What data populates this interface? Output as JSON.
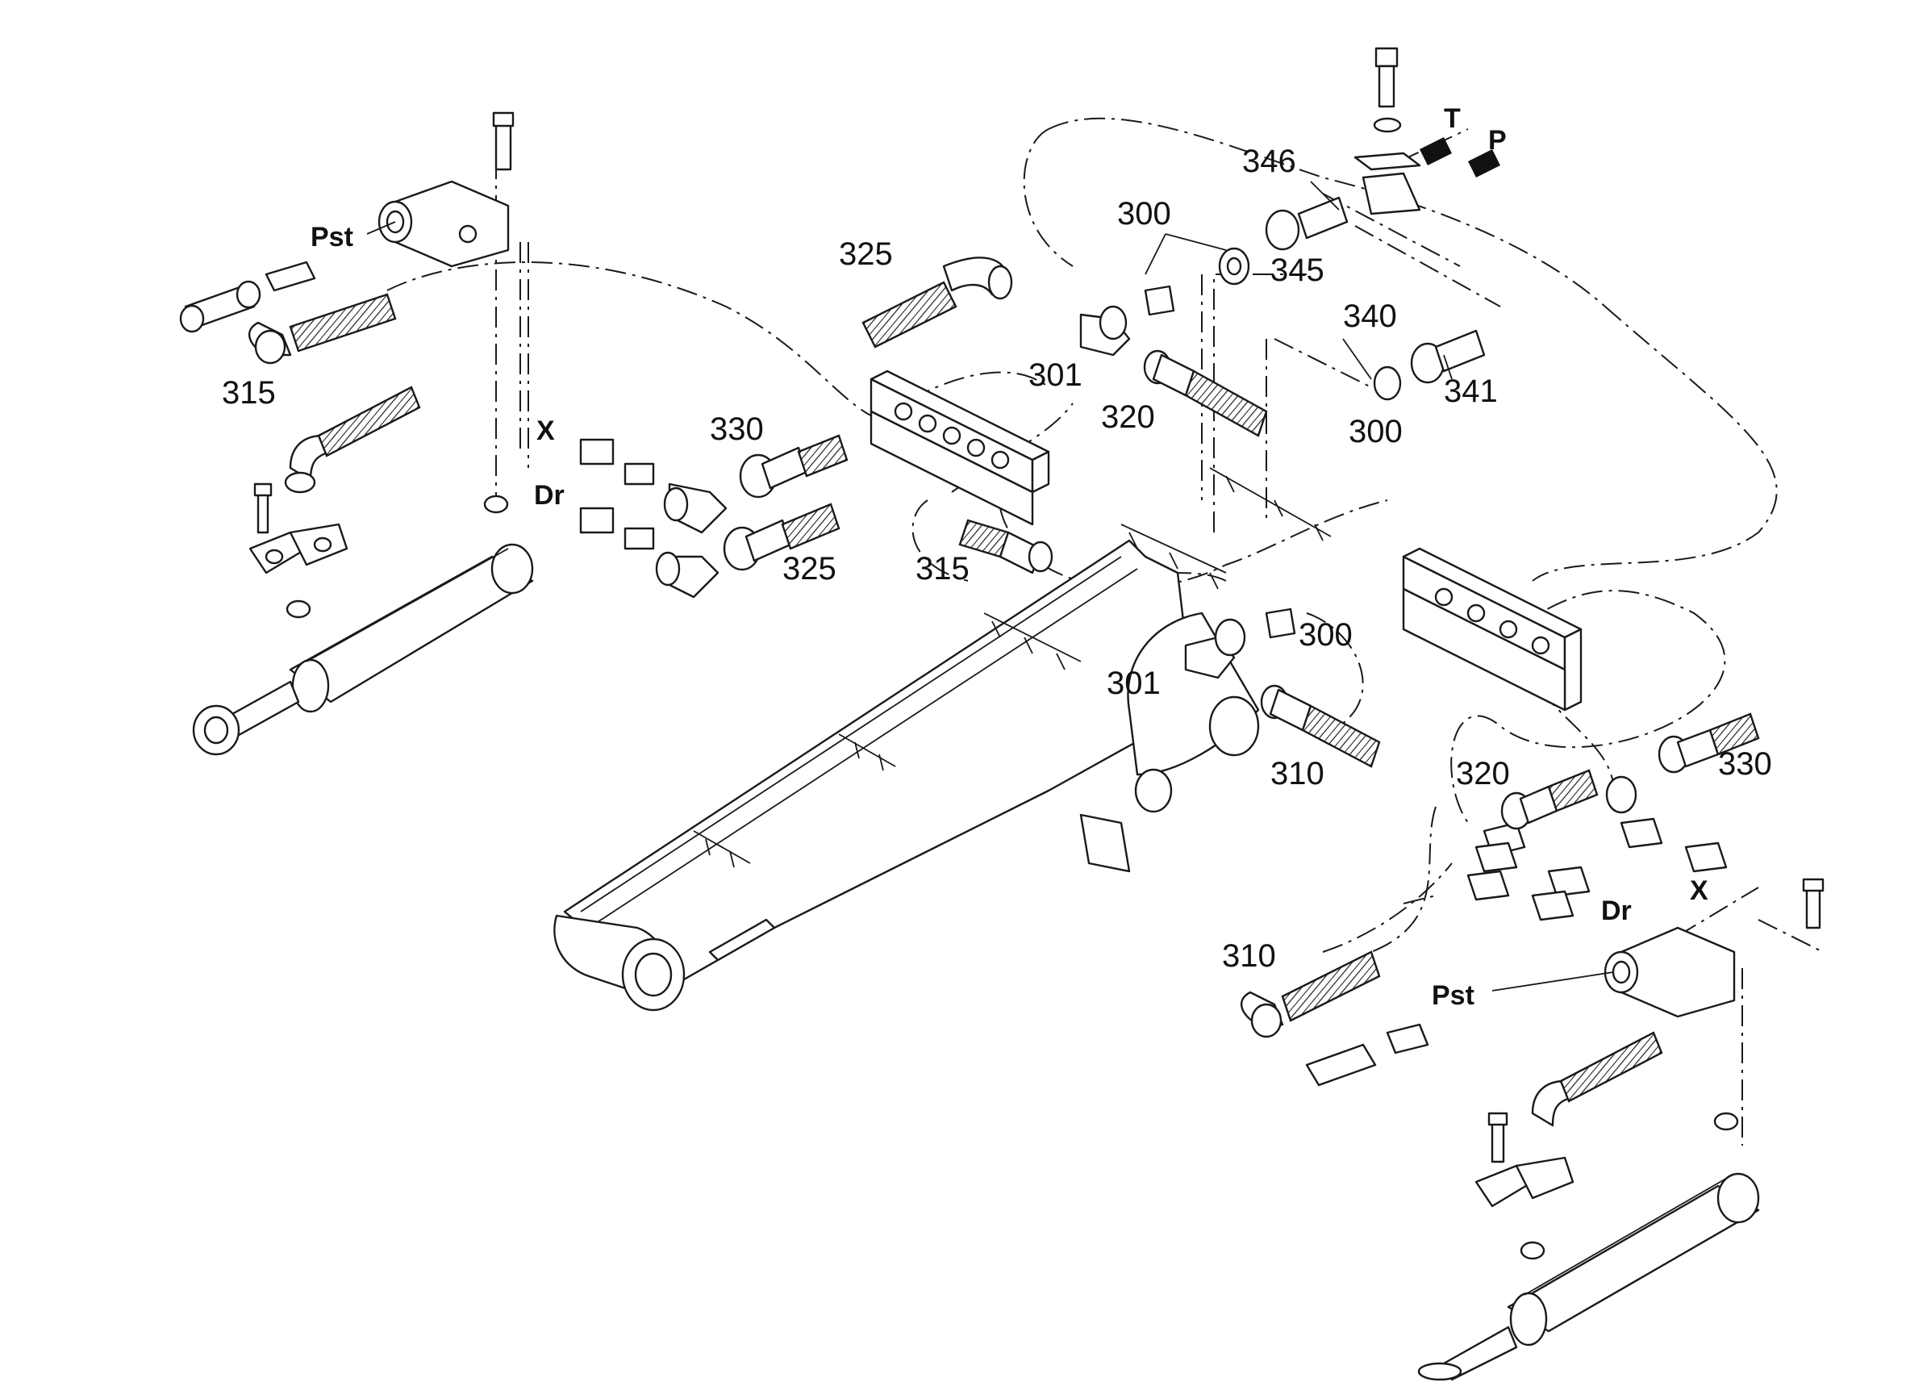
{
  "labels": {
    "l300a": "300",
    "l300b": "300",
    "l300c": "300",
    "l301a": "301",
    "l301b": "301",
    "l310a": "310",
    "l310b": "310",
    "l315a": "315",
    "l315b": "315",
    "l320a": "320",
    "l320b": "320",
    "l325a": "325",
    "l325b": "325",
    "l330a": "330",
    "l330b": "330",
    "l340": "340",
    "l341": "341",
    "l345": "345",
    "l346": "346"
  },
  "ports": {
    "pst_left": "Pst",
    "pst_right": "Pst",
    "x_left": "X",
    "x_right": "X",
    "dr_left": "Dr",
    "dr_right": "Dr",
    "t": "T",
    "p": "P"
  }
}
